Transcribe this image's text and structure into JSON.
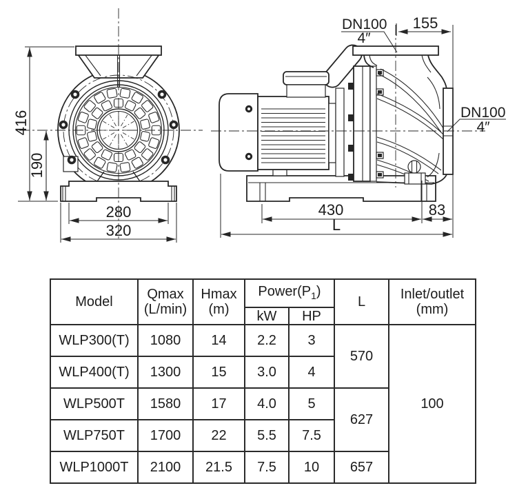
{
  "drawing": {
    "front": {
      "dim_height": "416",
      "dim_center_height": "190",
      "dim_base_inner": "280",
      "dim_base_outer": "320"
    },
    "side": {
      "inlet_label": "DN100",
      "inlet_size": "4″",
      "dim_top": "155",
      "outlet_label": "DN100",
      "outlet_size": "4″",
      "dim_motor_to_flange": "430",
      "dim_flange": "83",
      "dim_total": "L"
    }
  },
  "table": {
    "headers": {
      "model": "Model",
      "qmax_line1": "Qmax",
      "qmax_line2": "(L/min)",
      "hmax_line1": "Hmax",
      "hmax_line2": "(m)",
      "power_prefix": "Power(P",
      "power_sub": "1",
      "power_suffix": ")",
      "kw": "kW",
      "hp": "HP",
      "l": "L",
      "inlet_line1": "Inlet/outlet",
      "inlet_line2": "(mm)"
    },
    "rows": [
      {
        "model": "WLP300(T)",
        "qmax": "1080",
        "hmax": "14",
        "kw": "2.2",
        "hp": "3"
      },
      {
        "model": "WLP400(T)",
        "qmax": "1300",
        "hmax": "15",
        "kw": "3.0",
        "hp": "4"
      },
      {
        "model": "WLP500T",
        "qmax": "1580",
        "hmax": "17",
        "kw": "4.0",
        "hp": "5"
      },
      {
        "model": "WLP750T",
        "qmax": "1700",
        "hmax": "22",
        "kw": "5.5",
        "hp": "7.5"
      },
      {
        "model": "WLP1000T",
        "qmax": "2100",
        "hmax": "21.5",
        "kw": "7.5",
        "hp": "10"
      }
    ],
    "l_values": {
      "group1": "570",
      "group2": "627",
      "group3": "657"
    },
    "inlet_value": "100"
  }
}
